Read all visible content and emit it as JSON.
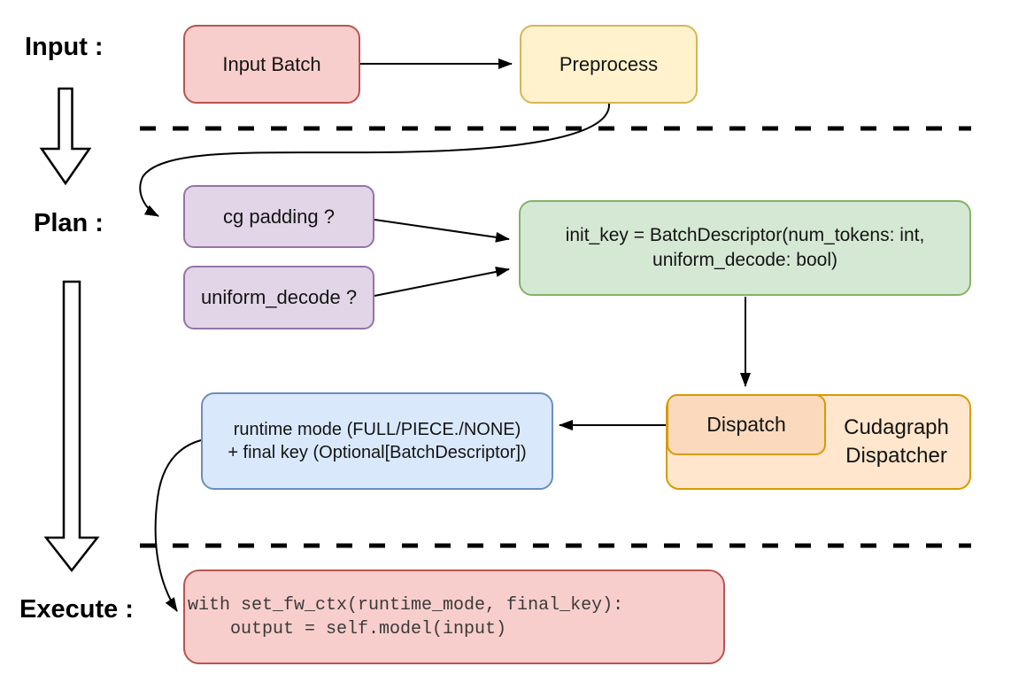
{
  "stages": {
    "input": "Input :",
    "plan": "Plan :",
    "execute": "Execute :"
  },
  "nodes": {
    "input_batch": {
      "label": "Input Batch",
      "fill": "#F8CECC",
      "stroke": "#B85450"
    },
    "preprocess": {
      "label": "Preprocess",
      "fill": "#FFF2CC",
      "stroke": "#D6B656"
    },
    "cg_padding": {
      "label": "cg padding ?",
      "fill": "#E1D5E7",
      "stroke": "#9673A6"
    },
    "uniform_decode": {
      "label": "uniform_decode ?",
      "fill": "#E1D5E7",
      "stroke": "#9673A6"
    },
    "init_key": {
      "line1": "init_key = BatchDescriptor(num_tokens: int,",
      "line2": "uniform_decode: bool)",
      "fill": "#D5E8D4",
      "stroke": "#82B366"
    },
    "dispatch": {
      "label": "Dispatch",
      "fill": "#FBD9BD",
      "stroke": "#D79B00"
    },
    "cudagraph_dispatcher": {
      "line1": "Cudagraph",
      "line2": "Dispatcher",
      "fill": "#FFE6CC",
      "stroke": "#D79B00"
    },
    "runtime_result": {
      "line1": "runtime mode (FULL/PIECE./NONE)",
      "line2": "+ final key (Optional[BatchDescriptor])",
      "fill": "#DAE8FC",
      "stroke": "#6C8EBF"
    },
    "execute_code": {
      "line1": "with set_fw_ctx(runtime_mode, final_key):",
      "line2": "    output = self.model(input)",
      "fill": "#F8CECC",
      "stroke": "#B85450"
    }
  },
  "connector_color": "#000000"
}
